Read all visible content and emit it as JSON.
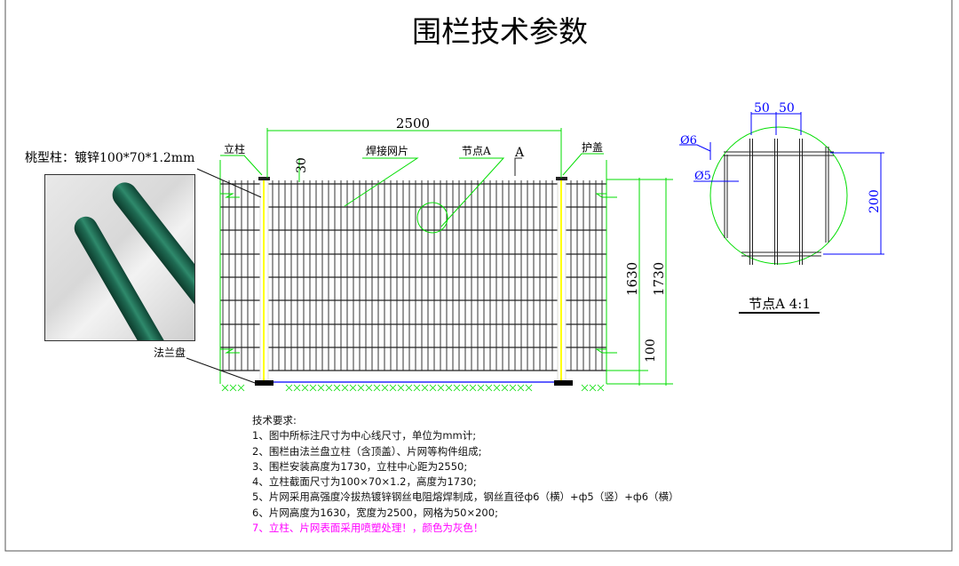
{
  "title": "围栏技术参数",
  "photo_label": "桃型柱：镀锌100*70*1.2mm",
  "callouts": {
    "post": "立柱",
    "mesh": "焊接网片",
    "node": "节点A",
    "section": "A",
    "cap": "护盖",
    "flange": "法兰盘"
  },
  "dimensions": {
    "width": "2500",
    "top_offset": "30",
    "mesh_height": "1630",
    "total_height": "1730",
    "bottom_gap": "100"
  },
  "detail": {
    "title": "节点A 4:1",
    "spacing_1": "50",
    "spacing_2": "50",
    "dia_horizontal": "Ø6",
    "dia_vertical": "Ø5",
    "grid_height": "200"
  },
  "notes": {
    "heading": "技术要求:",
    "items": [
      "1、图中所标注尺寸为中心线尺寸，单位为mm计;",
      "2、围栏由法兰盘立柱（含顶盖）、片网等构件组成;",
      "3、围栏安装高度为1730，立柱中心距为2550;",
      "4、立柱截面尺寸为100×70×1.2，高度为1730;",
      "5、片网采用高强度冷拔热镀锌钢丝电阻熔焊制成，钢丝直径ф6（横）+ф5（竖）+ф6（横）",
      "6、片网高度为1630，宽度为2500，网格为50×200;"
    ],
    "highlight": "7、立柱、片网表面采用喷塑处理！，颜色为灰色！"
  },
  "colors": {
    "dimension": "#00dd00",
    "detail_dim": "#0000ff",
    "post": "#ffff00",
    "highlight": "#ff00ff"
  }
}
